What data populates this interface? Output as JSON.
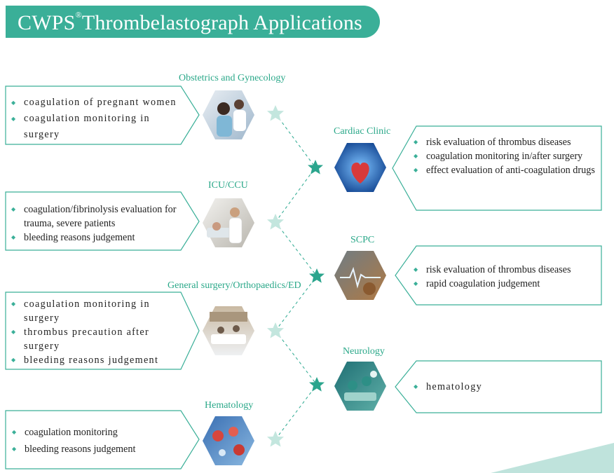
{
  "title": {
    "main": "CWPS",
    "reg": "®",
    "rest": "Thrombelastograph Applications"
  },
  "colors": {
    "accent": "#3aaf98",
    "label": "#2aa889",
    "star": "#3aaf98",
    "star_light": "#bfe4dc"
  },
  "left": [
    {
      "category": "Obstetrics and Gynecology",
      "items": [
        {
          "text": "coagulation of pregnant women"
        },
        {
          "text": "coagulation monitoring in surgery"
        }
      ]
    },
    {
      "category": "ICU/CCU",
      "items": [
        {
          "text": "coagulation/fibrinolysis evaluation for trauma, severe patients"
        },
        {
          "text": "bleeding reasons judgement"
        }
      ]
    },
    {
      "category": "General surgery/Orthopaedics/ED",
      "items": [
        {
          "text": "coagulation monitoring in surgery"
        },
        {
          "text": "thrombus precaution after surgery"
        },
        {
          "text": "bleeding reasons judgement"
        }
      ]
    },
    {
      "category": "Hematology",
      "items": [
        {
          "text": "coagulation monitoring"
        },
        {
          "text": "bleeding reasons judgement"
        }
      ]
    }
  ],
  "right": [
    {
      "category": "Cardiac Clinic",
      "items": [
        {
          "text": "risk evaluation of thrombus diseases"
        },
        {
          "text": "coagulation monitoring in/after surgery"
        },
        {
          "text": "effect evaluation of anti-coagulation drugs"
        }
      ]
    },
    {
      "category": "SCPC",
      "items": [
        {
          "text": "risk evaluation of thrombus diseases"
        },
        {
          "text": "rapid coagulation judgement"
        }
      ]
    },
    {
      "category": "Neurology",
      "items": [
        {
          "text": "hematology"
        }
      ]
    }
  ]
}
